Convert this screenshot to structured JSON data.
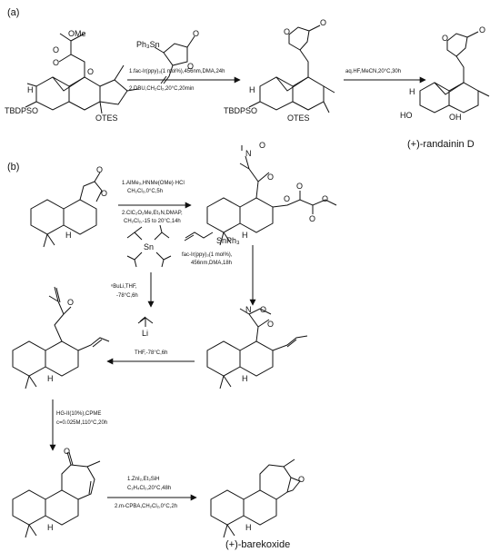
{
  "panels": {
    "a_label": "(a)",
    "b_label": "(b)"
  },
  "scheme_a": {
    "start_groups": {
      "ome": "OMe",
      "tbdpso": "TBDPSO",
      "otes": "OTES",
      "h": "H",
      "o1": "O",
      "o2": "O",
      "o3": "O"
    },
    "reagent_structure": {
      "sn": "Ph₃Sn",
      "o_ring": "O",
      "o_carbonyl": "O"
    },
    "step1": {
      "line1": "1.fac-Ir(ppy)₃(1 mol%),456nm,DMA,24h",
      "line2": "2.DBU,CH₂Cl₂,20°C,20min"
    },
    "intermediate": {
      "tbdpso": "TBDPSO",
      "otes": "OTES",
      "h": "H",
      "o_ring": "O",
      "o_carbonyl": "O"
    },
    "step2": {
      "line1": "aq.HF,MeCN,20°C,30h"
    },
    "product": {
      "ho1": "HO",
      "oh": "OH",
      "h": "H",
      "o_ring": "O",
      "o_carbonyl": "O",
      "name": "(+)-randainin D"
    }
  },
  "scheme_b": {
    "sm": {
      "o_ring": "O",
      "o_carbonyl": "O",
      "h": "H"
    },
    "step1": {
      "line1": "1.AlMe₃,HNMe(OMe)·HCl",
      "line2": "CH₂Cl₂,0°C,5h",
      "line3": "2.ClC₂O₂Me,Et₃N,DMAP,",
      "line4": "CH₂Cl₂,-15 to 20°C,14h"
    },
    "oxalate": {
      "n": "N",
      "o1": "O",
      "o2": "O",
      "o3": "O",
      "o4": "O",
      "o5": "O",
      "o6": "O",
      "h": "H"
    },
    "allyl_sn": {
      "label": "SnPh₃"
    },
    "step2": {
      "line1": "fac-Ir(ppy)₃(1 mol%),",
      "line2": "456nm,DMA,18h"
    },
    "tetravinyl": {
      "sn": "Sn"
    },
    "step3": {
      "line1": "ⁿBuLi,THF,",
      "line2": "-78°C,6h"
    },
    "vinyl_li": {
      "li": "Li"
    },
    "weinreb": {
      "n": "N",
      "o1": "O",
      "o2": "O",
      "h": "H"
    },
    "step4": {
      "line1": "THF,-78°C,6h"
    },
    "ketone": {
      "o": "O",
      "h": "H"
    },
    "step5": {
      "line1": "HG-II(10%),CPME",
      "line2": "c=0.025M,110°C,20h"
    },
    "enone": {
      "o": "O",
      "h": "H"
    },
    "step6": {
      "line1": "1.ZnI₂,Et₃SiH",
      "line2": "C₂H₄Cl₂,20°C,48h",
      "line3": "2.m-CPBA,CH₂Cl₂,0°C,2h"
    },
    "product": {
      "o": "O",
      "h": "H",
      "name": "(+)-barekoxide"
    }
  }
}
